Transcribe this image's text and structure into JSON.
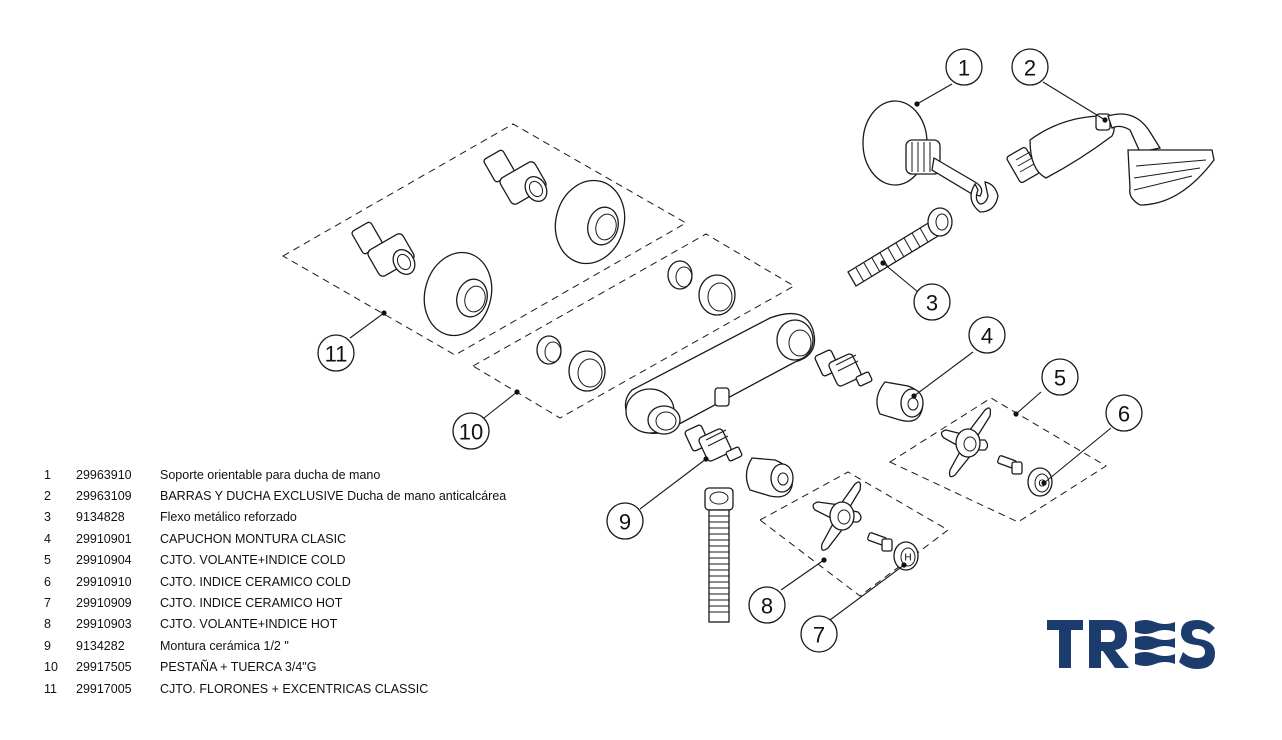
{
  "parts": [
    {
      "num": "1",
      "code": "29963910",
      "desc": "Soporte orientable para ducha de mano"
    },
    {
      "num": "2",
      "code": "29963109",
      "desc": "BARRAS Y DUCHA EXCLUSIVE Ducha de mano anticalcárea"
    },
    {
      "num": "3",
      "code": "9134828",
      "desc": "Flexo metálico reforzado"
    },
    {
      "num": "4",
      "code": "29910901",
      "desc": "CAPUCHON MONTURA CLASIC"
    },
    {
      "num": "5",
      "code": "29910904",
      "desc": "CJTO. VOLANTE+INDICE COLD"
    },
    {
      "num": "6",
      "code": "29910910",
      "desc": "CJTO. INDICE CERAMICO COLD"
    },
    {
      "num": "7",
      "code": "29910909",
      "desc": "CJTO. INDICE CERAMICO HOT"
    },
    {
      "num": "8",
      "code": "29910903",
      "desc": "CJTO. VOLANTE+INDICE HOT"
    },
    {
      "num": "9",
      "code": "9134282",
      "desc": "Montura cerámica 1/2 \""
    },
    {
      "num": "10",
      "code": "29917505",
      "desc": "PESTAÑA + TUERCA 3/4\"G"
    },
    {
      "num": "11",
      "code": "29917005",
      "desc": "CJTO. FLORONES + EXCENTRICAS CLASSIC"
    }
  ],
  "callouts": [
    "1",
    "2",
    "3",
    "4",
    "5",
    "6",
    "7",
    "8",
    "9",
    "10",
    "11"
  ],
  "index_labels": {
    "cold": "C",
    "hot": "H"
  },
  "logo": {
    "text": "TRES",
    "color": "#1d3c6e"
  }
}
